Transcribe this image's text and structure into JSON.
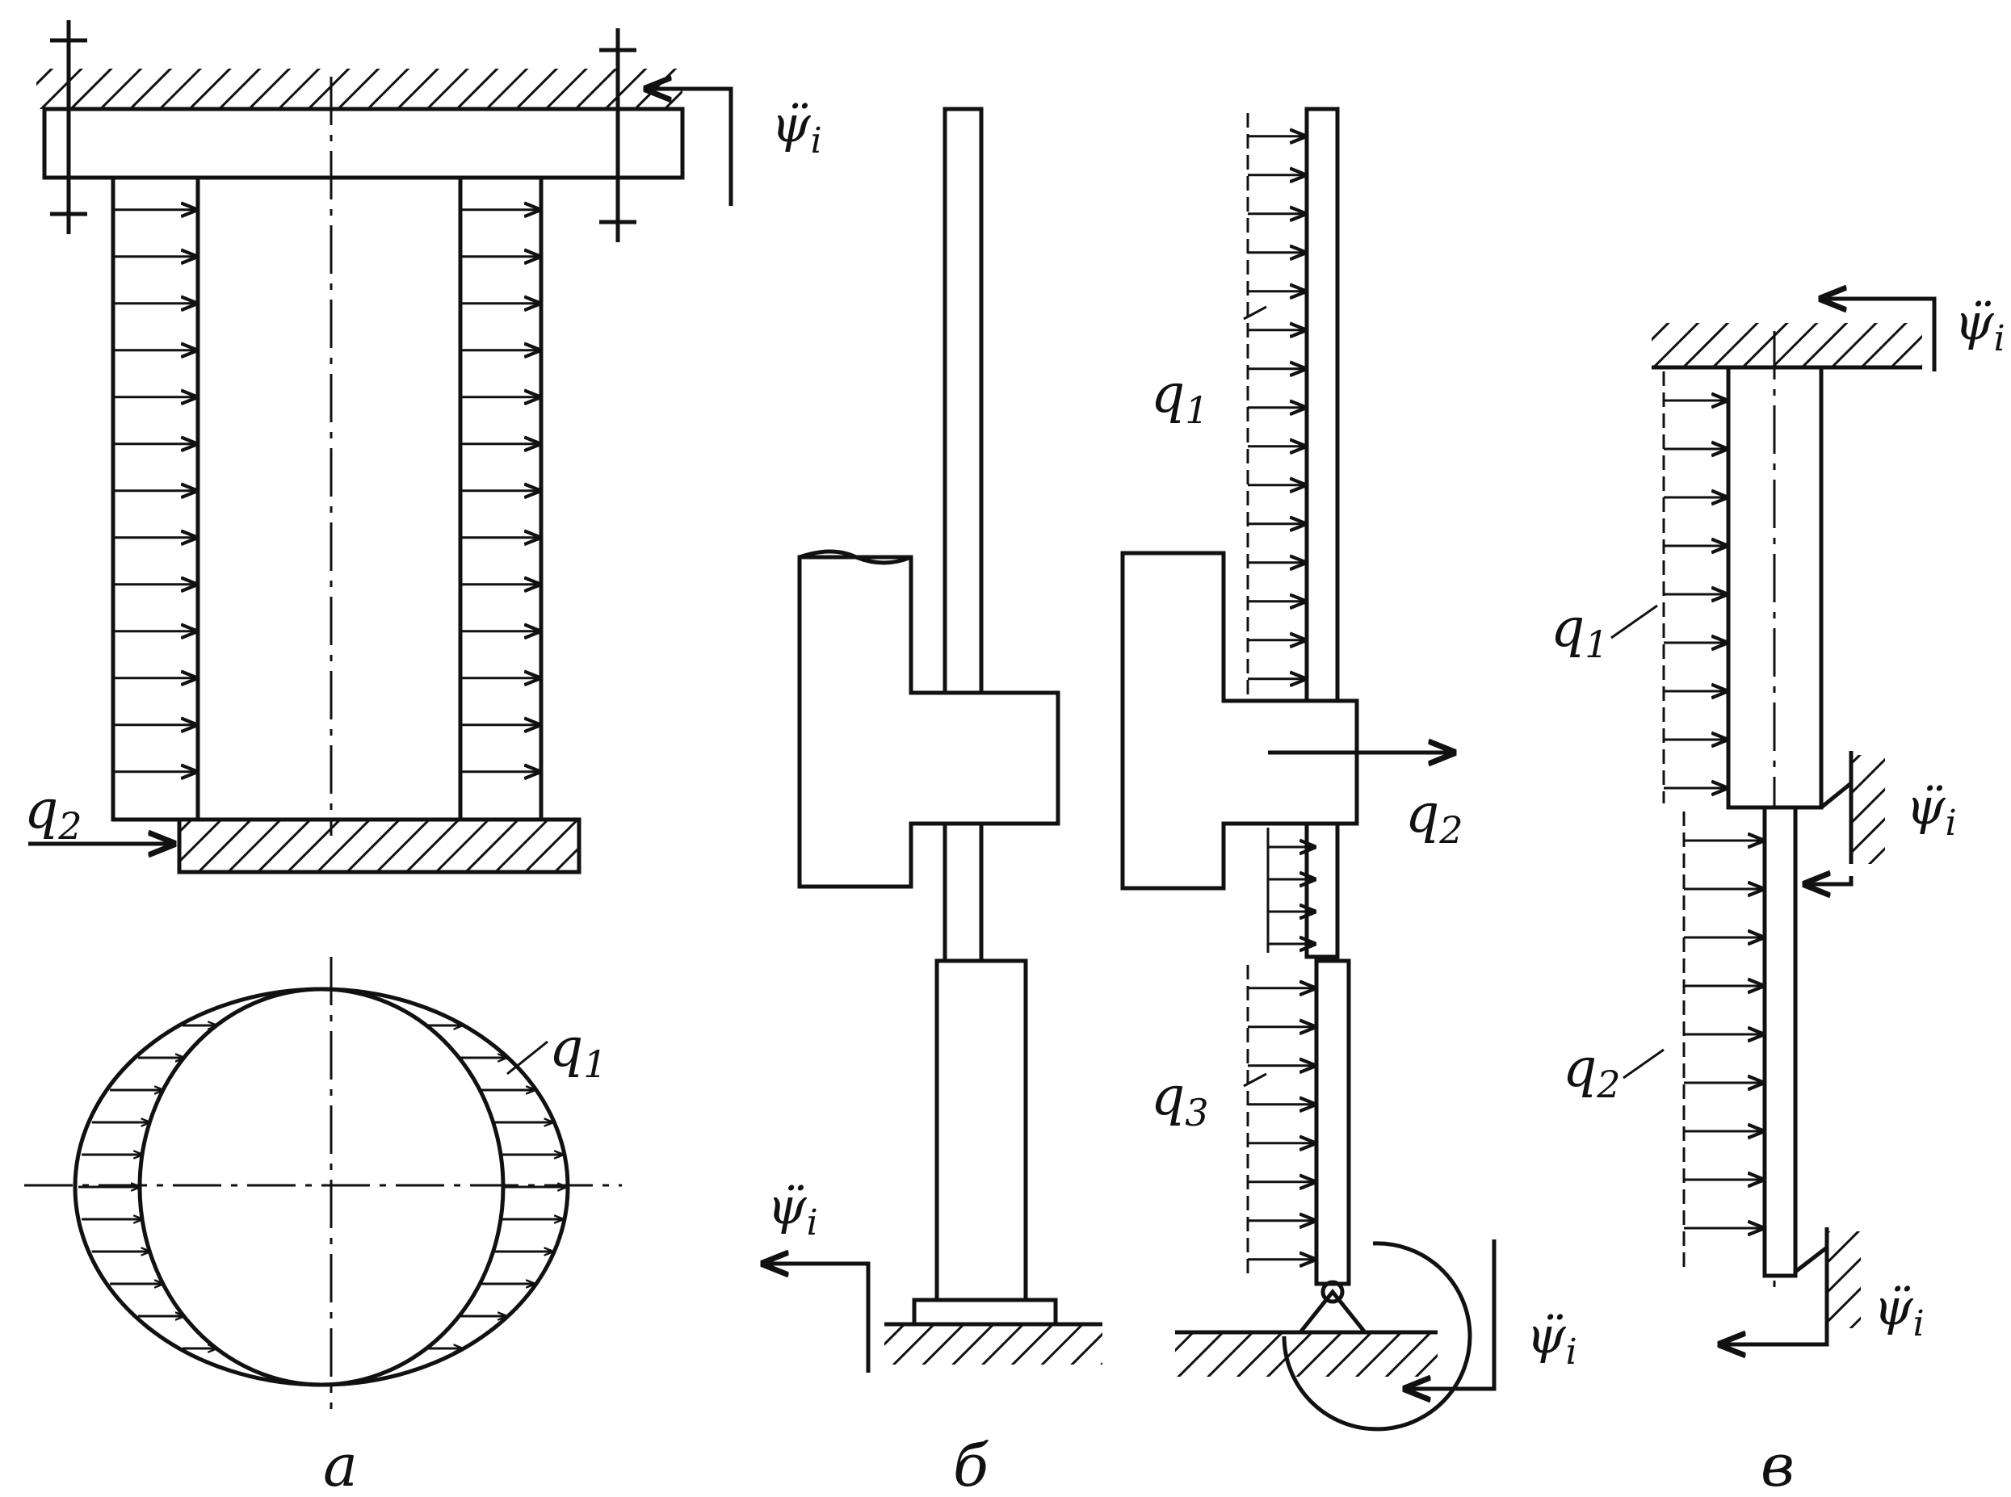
{
  "figure": {
    "labels": {
      "q1": "q",
      "q1_sub": "1",
      "q2": "q",
      "q2_sub": "2",
      "q3": "q",
      "q3_sub": "3",
      "psi": "ψ̈",
      "psi_sub": "i"
    },
    "captions": {
      "a": "а",
      "b": "б",
      "v": "в"
    }
  }
}
